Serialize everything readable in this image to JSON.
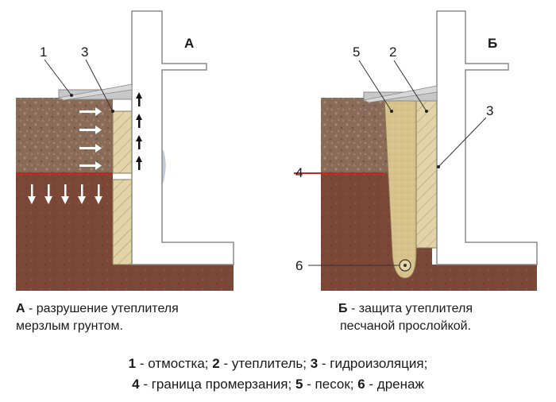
{
  "panels": {
    "a": {
      "letter": "А",
      "caption_letter": "А",
      "caption_line1": " - разрушение утеплителя",
      "caption_line2": "мерзлым грунтом."
    },
    "b": {
      "letter": "Б",
      "caption_letter": "Б",
      "caption_line1": " - защита утеплителя",
      "caption_line2": "песчаной прослойкой."
    }
  },
  "callouts": {
    "a": [
      "1",
      "3"
    ],
    "b": [
      "5",
      "2",
      "3",
      "4",
      "6"
    ]
  },
  "legend": {
    "line1": [
      {
        "num": "1",
        "text": " - отмостка; "
      },
      {
        "num": "2",
        "text": " - утеплитель; "
      },
      {
        "num": "3",
        "text": " - гидроизоляция;"
      }
    ],
    "line2": [
      {
        "num": "4",
        "text": " - граница промерзания; "
      },
      {
        "num": "5",
        "text": " - песок; "
      },
      {
        "num": "6",
        "text": " - дренаж"
      }
    ]
  },
  "colors": {
    "frozen_soil": "#8a6a55",
    "thawed_soil": "#7a4535",
    "wall": "#ffffff",
    "wall_stroke": "#8a8a8a",
    "insulation": "#e0cfa2",
    "sand": "#d6c08a",
    "frost_line": "#cc2222",
    "blindarea": "#c8c8c8",
    "ice": "#b9c6d4"
  }
}
